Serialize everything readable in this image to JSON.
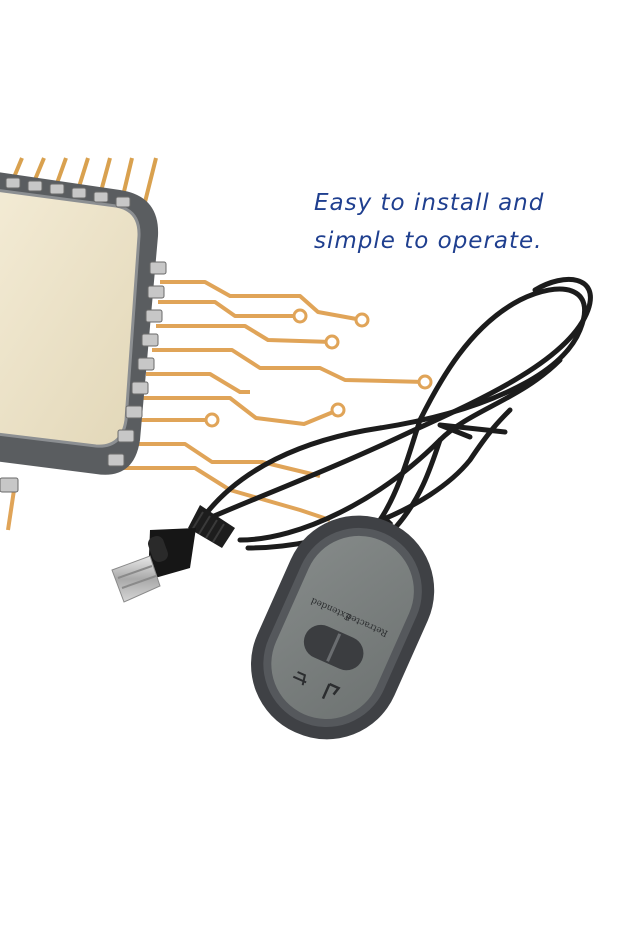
{
  "headline": {
    "line1": "Easy to install and",
    "line2": "simple to operate."
  },
  "remote": {
    "label_extended": "Extended",
    "label_retracted": "Retracted"
  },
  "colors": {
    "headline": "#1f3f8f",
    "circuit_trace": "#e0a458",
    "chip_body": "#5a5d60",
    "chip_die": "#ede3c8",
    "remote_body": "#4a4c50",
    "remote_face": "#7c8180",
    "cable": "#1c1c1c"
  }
}
